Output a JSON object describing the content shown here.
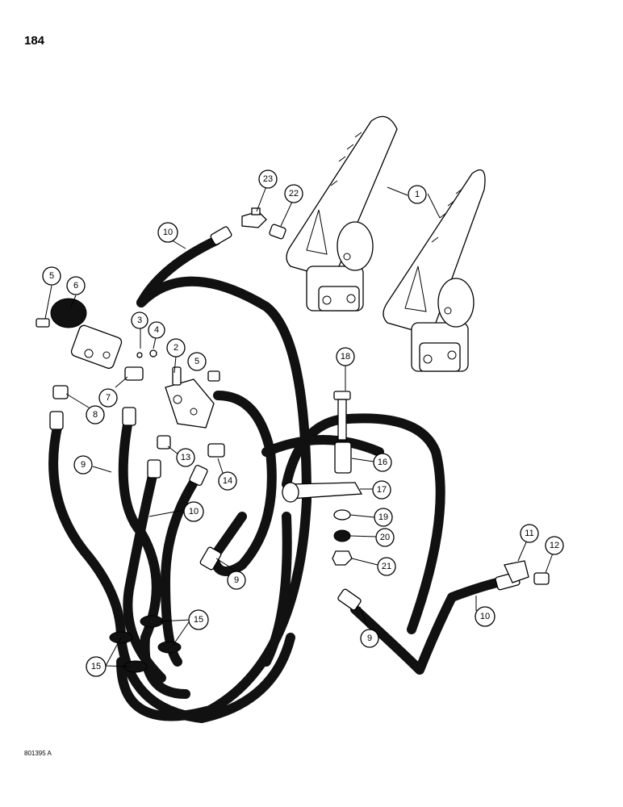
{
  "page_number": "184",
  "figure_code": "801395 A",
  "callouts": [
    {
      "id": "c1",
      "label": "1"
    },
    {
      "id": "c2",
      "label": "2"
    },
    {
      "id": "c3",
      "label": "3"
    },
    {
      "id": "c4",
      "label": "4"
    },
    {
      "id": "c5a",
      "label": "5"
    },
    {
      "id": "c5b",
      "label": "5"
    },
    {
      "id": "c6",
      "label": "6"
    },
    {
      "id": "c7",
      "label": "7"
    },
    {
      "id": "c8",
      "label": "8"
    },
    {
      "id": "c9a",
      "label": "9"
    },
    {
      "id": "c9b",
      "label": "9"
    },
    {
      "id": "c9c",
      "label": "9"
    },
    {
      "id": "c10a",
      "label": "10"
    },
    {
      "id": "c10b",
      "label": "10"
    },
    {
      "id": "c10c",
      "label": "10"
    },
    {
      "id": "c11",
      "label": "11"
    },
    {
      "id": "c12",
      "label": "12"
    },
    {
      "id": "c13",
      "label": "13"
    },
    {
      "id": "c14",
      "label": "14"
    },
    {
      "id": "c15a",
      "label": "15"
    },
    {
      "id": "c15b",
      "label": "15"
    },
    {
      "id": "c16",
      "label": "16"
    },
    {
      "id": "c17",
      "label": "17"
    },
    {
      "id": "c18",
      "label": "18"
    },
    {
      "id": "c19",
      "label": "19"
    },
    {
      "id": "c20",
      "label": "20"
    },
    {
      "id": "c21",
      "label": "21"
    },
    {
      "id": "c22",
      "label": "22"
    },
    {
      "id": "c23",
      "label": "23"
    }
  ]
}
